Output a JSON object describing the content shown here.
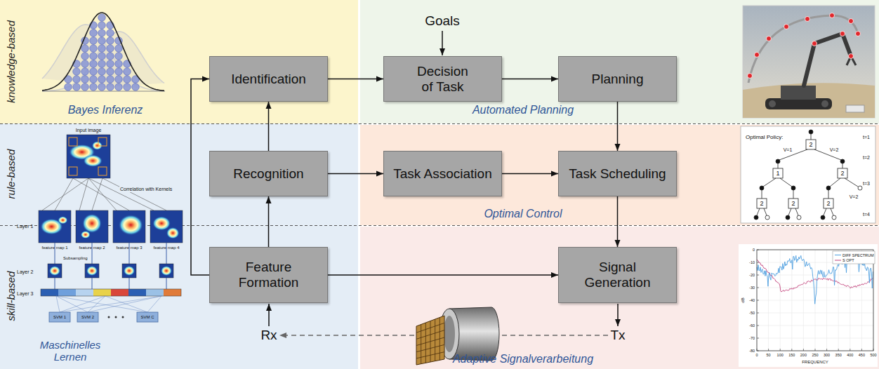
{
  "diagram": {
    "nodes": [
      {
        "text": [
          "Identification"
        ]
      },
      {
        "text": [
          "Decision of Task"
        ]
      },
      {
        "text": [
          "Planning"
        ]
      },
      {
        "text": [
          "Recognition"
        ]
      },
      {
        "text": [
          "Task Association"
        ]
      },
      {
        "text": [
          "Task Scheduling"
        ]
      },
      {
        "text": [
          "Feature Formation"
        ]
      },
      {
        "text": [
          "Signal Generation"
        ]
      }
    ],
    "edges": [
      {
        "from": 6,
        "to": 3,
        "arrow": "to"
      },
      {
        "from": 3,
        "to": 0,
        "arrow": "to"
      },
      {
        "from": 6,
        "to": 0,
        "arrow": "to"
      },
      {
        "from": 0,
        "to": 1,
        "arrow": "to"
      },
      {
        "from": 1,
        "to": 2,
        "arrow": "to"
      },
      {
        "from": 2,
        "to": 5,
        "arrow": "to"
      },
      {
        "from": 3,
        "to": 4,
        "arrow": "to"
      },
      {
        "from": 4,
        "to": 5,
        "arrow": "to"
      },
      {
        "from": 5,
        "to": 7,
        "arrow": "to"
      },
      {
        "from": 6,
        "to": 7,
        "arrow": "to"
      }
    ],
    "labels": [
      "Goals",
      "Rx",
      "Tx",
      "knowledge-based",
      "rule-based",
      "skill-based",
      "Bayes Inferenz",
      "Automated Planning",
      "Optimal Control",
      "Maschinelles Lernen",
      "Adaptive Signalverarbeitung",
      "Input image",
      "Correlation with Kernels",
      "Layer 1",
      "feature map 1",
      "feature map 2",
      "feature map 3",
      "feature map 4",
      "Subsampling",
      "Layer 2",
      "Layer 3",
      "SVM 1",
      "SVM 2",
      "SVM C",
      "Optimal Policy:",
      "t=1",
      "t=2",
      "t=3",
      "t=4",
      "V=1",
      "V=2",
      "V=2",
      "2",
      "1",
      "2",
      "2",
      "2",
      "2",
      "dB",
      "FREQUENCY",
      "0",
      "-10",
      "-20",
      "-30",
      "-40",
      "-50",
      "-60",
      "-70",
      "-80",
      "0",
      "50",
      "100",
      "150",
      "200",
      "250",
      "300",
      "350",
      "400",
      "450",
      "500"
    ],
    "legend": [
      {
        "text": "DIFF SPECTRUM"
      },
      {
        "text": "S OPT"
      }
    ]
  }
}
